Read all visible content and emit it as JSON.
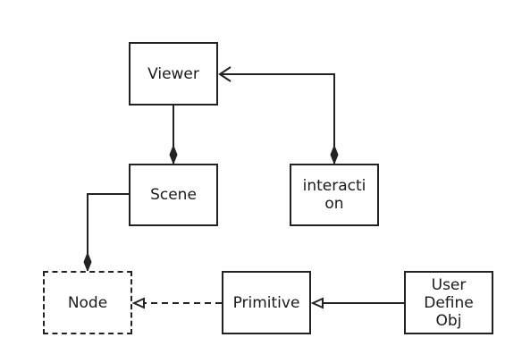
{
  "diagram": {
    "nodes": {
      "viewer": "Viewer",
      "scene": "Scene",
      "interaction": "interacti\non",
      "node": "Node",
      "primitive": "Primitive",
      "user_define_obj": "User\nDefine\nObj"
    }
  }
}
